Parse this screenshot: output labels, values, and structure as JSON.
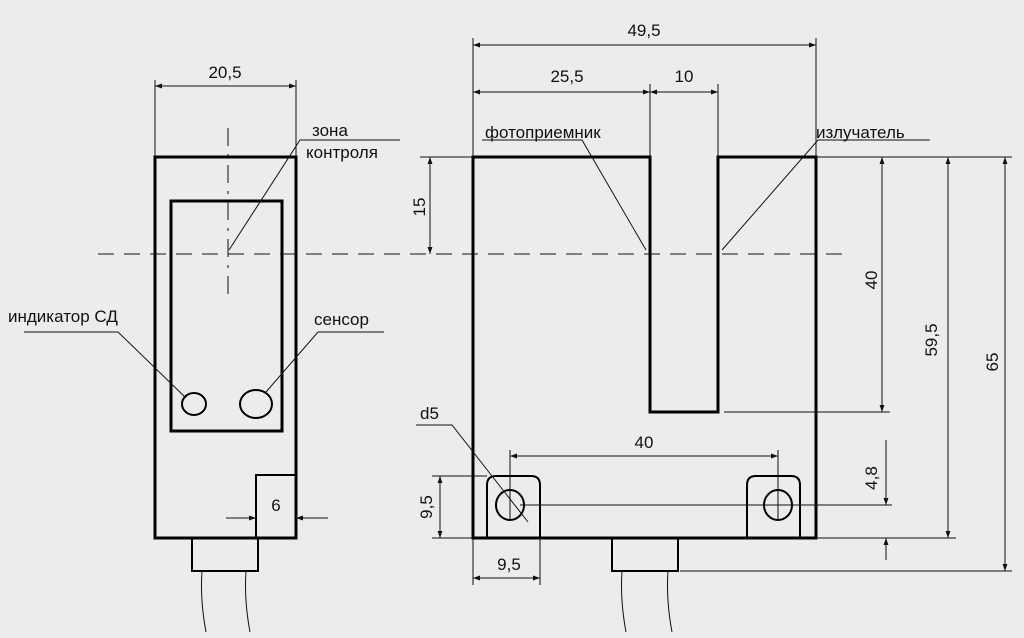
{
  "labels": {
    "zone_line1": "зона",
    "zone_line2": "контроля",
    "led_indicator": "индикатор СД",
    "sensor": "сенсор",
    "photoreceiver": "фотоприемник",
    "emitter": "излучатель",
    "hole_diameter": "d5"
  },
  "dimensions": {
    "front_width": "20,5",
    "total_width": "49,5",
    "receiver_offset": "25,5",
    "slot_width": "10",
    "center_height": "15",
    "slot_depth": "40",
    "body_height": "59,5",
    "total_height": "65",
    "hole_spacing": "40",
    "hole_offset_x": "9,5",
    "hole_offset_y": "9,5",
    "hole_center_height": "4,8",
    "step_width": "6"
  }
}
